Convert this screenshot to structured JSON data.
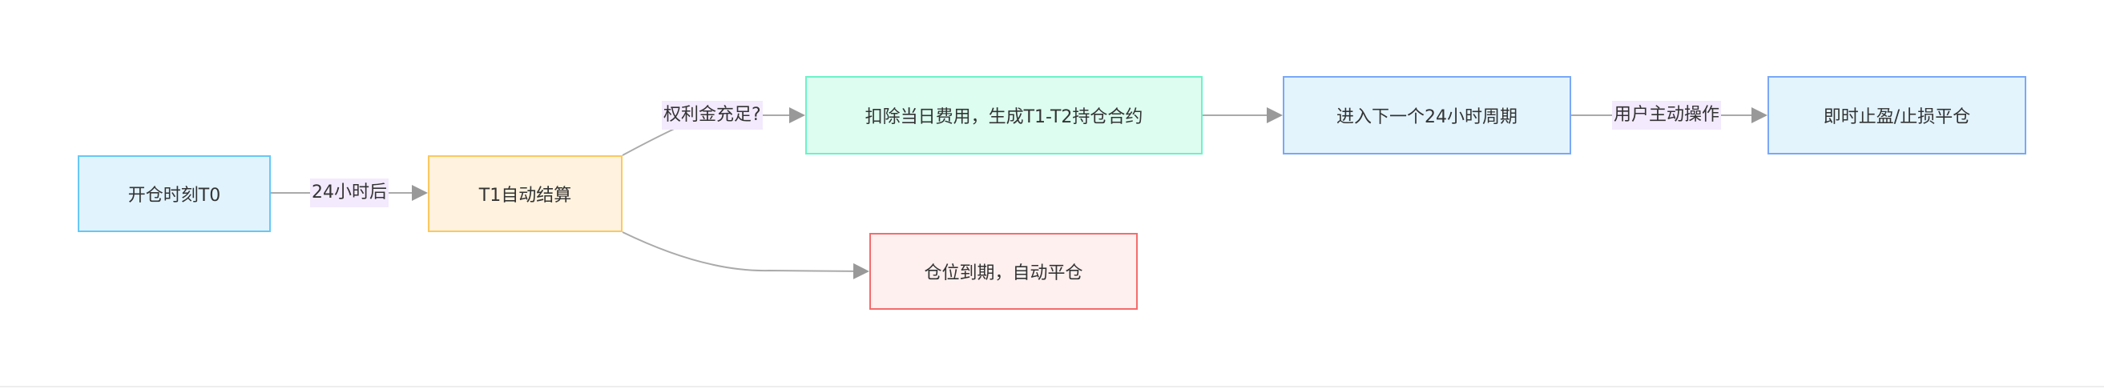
{
  "nodes": {
    "t0": "开仓时刻T0",
    "t1": "T1自动结算",
    "deduct": "扣除当日费用，生成T1-T2持仓合约",
    "next": "进入下一个24小时周期",
    "close_now": "即时止盈/止损平仓",
    "expire": "仓位到期，自动平仓"
  },
  "edges": {
    "after24": "24小时后",
    "premium_enough": "权利金充足?",
    "user_action": "用户主动操作"
  }
}
